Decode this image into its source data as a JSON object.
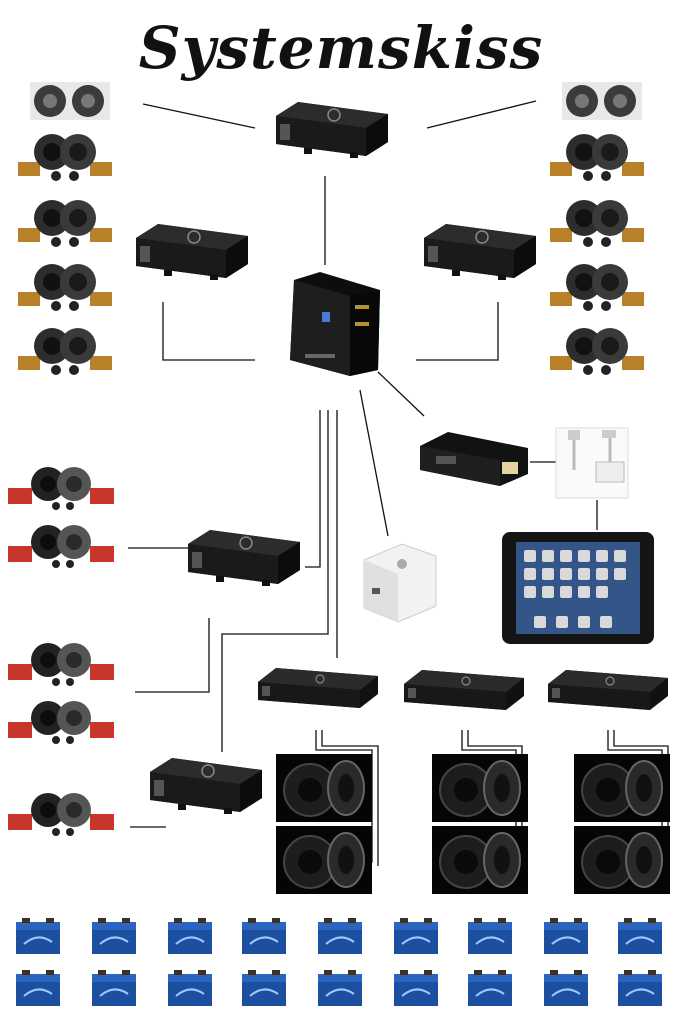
{
  "title": "Systemskiss",
  "components": {
    "processor": "dsp-processor",
    "amplifiers": 9,
    "subwoofers": 6,
    "batteries": 18
  },
  "colors": {
    "amp_body": "#1c1c1c",
    "amp_top": "#2a2a2a",
    "speaker_cone": "#3a3a3a",
    "crossover_red": "#c8352b",
    "battery_blue": "#1d4fa0",
    "tablet_frame": "#151515",
    "line": "#111111"
  }
}
